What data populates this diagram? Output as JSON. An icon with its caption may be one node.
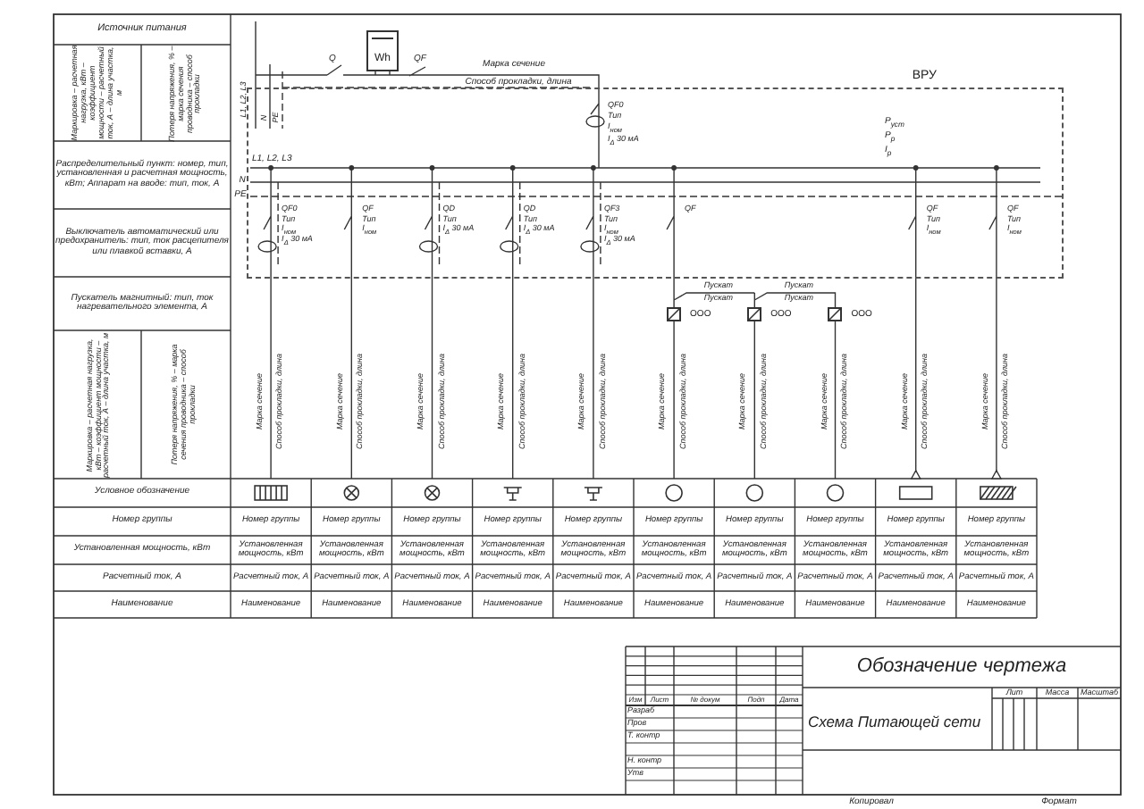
{
  "diagram": {
    "nodes": [
      {
        "text": [
          "ВРУ"
        ]
      },
      {
        "text": [
          "Wh"
        ]
      },
      {
        "text": [],
        "shape": "box",
        "beside": [
          "ООО"
        ]
      },
      {
        "text": [],
        "shape": "box",
        "beside": [
          "ООО"
        ]
      },
      {
        "text": [],
        "shape": "box",
        "beside": [
          "ООО"
        ]
      }
    ],
    "labels": [
      "Источник питания",
      "Маркировка – расчетная нагрузка, кВт – коэффициент мощности – расчетный ток, А – длина участка, м",
      "Потеря напряжения, % – марка сечения проводника – способ прокладки",
      "Распределительный пункт: номер, тип, установленная и расчетная мощность, кВт; Аппарат на вводе: тип, ток, А",
      "Выключатель автоматический или предохранитель: тип, ток расцепителя или плавкой вставки, А",
      "Пускатель магнитный: тип, ток нагревательного элемента, А",
      "Маркировка – расчетная нагрузка, кВт – коэффициент мощности – расчетный ток, А – длина участка, м",
      "Потеря напряжения, % – марка сечения проводника – способ прокладки",
      "L1, L2, L3",
      "N",
      "PE",
      "Q",
      "QF",
      "Марка сечение",
      "Способ прокладки, длина",
      "QF0",
      "Тип",
      "I$_{ном}$",
      "I$_{Δ}$ 30 мА",
      "P$_{уст}$",
      "P$_{р}$",
      "I$_{р}$",
      "L1, L2, L3",
      "N",
      "PE",
      "QF0",
      "Тип",
      "I$_{ном}$",
      "I$_{Δ}$ 30 мА",
      "QF",
      "Тип",
      "I$_{ном}$",
      "QD",
      "Тип",
      "I$_{Δ}$ 30 мА",
      "QD",
      "Тип",
      "I$_{Δ}$ 30 мА",
      "QF3",
      "Тип",
      "I$_{ном}$",
      "I$_{Δ}$ 30 мА",
      "QF",
      "QF",
      "Тип",
      "I$_{ном}$",
      "QF",
      "Тип",
      "I$_{ном}$",
      "Пускат",
      "Пускат",
      "Пускат",
      "Пускат",
      "Марка сечение",
      "Способ прокладки, длина",
      "Марка сечение",
      "Способ прокладки, длина",
      "Марка сечение",
      "Способ прокладки, длина",
      "Марка сечение",
      "Способ прокладки, длина",
      "Марка сечение",
      "Способ прокладки, длина",
      "Марка сечение",
      "Способ прокладки, длина",
      "Марка сечение",
      "Способ прокладки, длина",
      "Марка сечение",
      "Способ прокладки, длина",
      "Марка сечение",
      "Способ прокладки, длина",
      "Марка сечение",
      "Способ прокладки, длина",
      "Условное обозначение",
      "Номер группы",
      "Номер группы",
      "Номер группы",
      "Номер группы",
      "Номер группы",
      "Номер группы",
      "Номер группы",
      "Номер группы",
      "Номер группы",
      "Номер группы",
      "Номер группы",
      "Установленная мощность, кВт",
      "Установленная мощность, кВт",
      "Установленная мощность, кВт",
      "Установленная мощность, кВт",
      "Установленная мощность, кВт",
      "Установленная мощность, кВт",
      "Установленная мощность, кВт",
      "Установленная мощность, кВт",
      "Установленная мощность, кВт",
      "Установленная мощность, кВт",
      "Установленная мощность, кВт",
      "Расчетный ток, А",
      "Расчетный ток, А",
      "Расчетный ток, А",
      "Расчетный ток, А",
      "Расчетный ток, А",
      "Расчетный ток, А",
      "Расчетный ток, А",
      "Расчетный ток, А",
      "Расчетный ток, А",
      "Расчетный ток, А",
      "Расчетный ток, А",
      "Наименование",
      "Наименование",
      "Наименование",
      "Наименование",
      "Наименование",
      "Наименование",
      "Наименование",
      "Наименование",
      "Наименование",
      "Наименование",
      "Наименование",
      "Обозначение чертежа",
      "Лит",
      "Масса",
      "Масштаб",
      "Изм",
      "Лист",
      "№ докум",
      "Подп",
      "Дата",
      "Разраб",
      "Пров",
      "Т. контр",
      "Н. контр",
      "Утв",
      "Схема Питающей сети",
      "Копировал",
      "Формат"
    ]
  }
}
